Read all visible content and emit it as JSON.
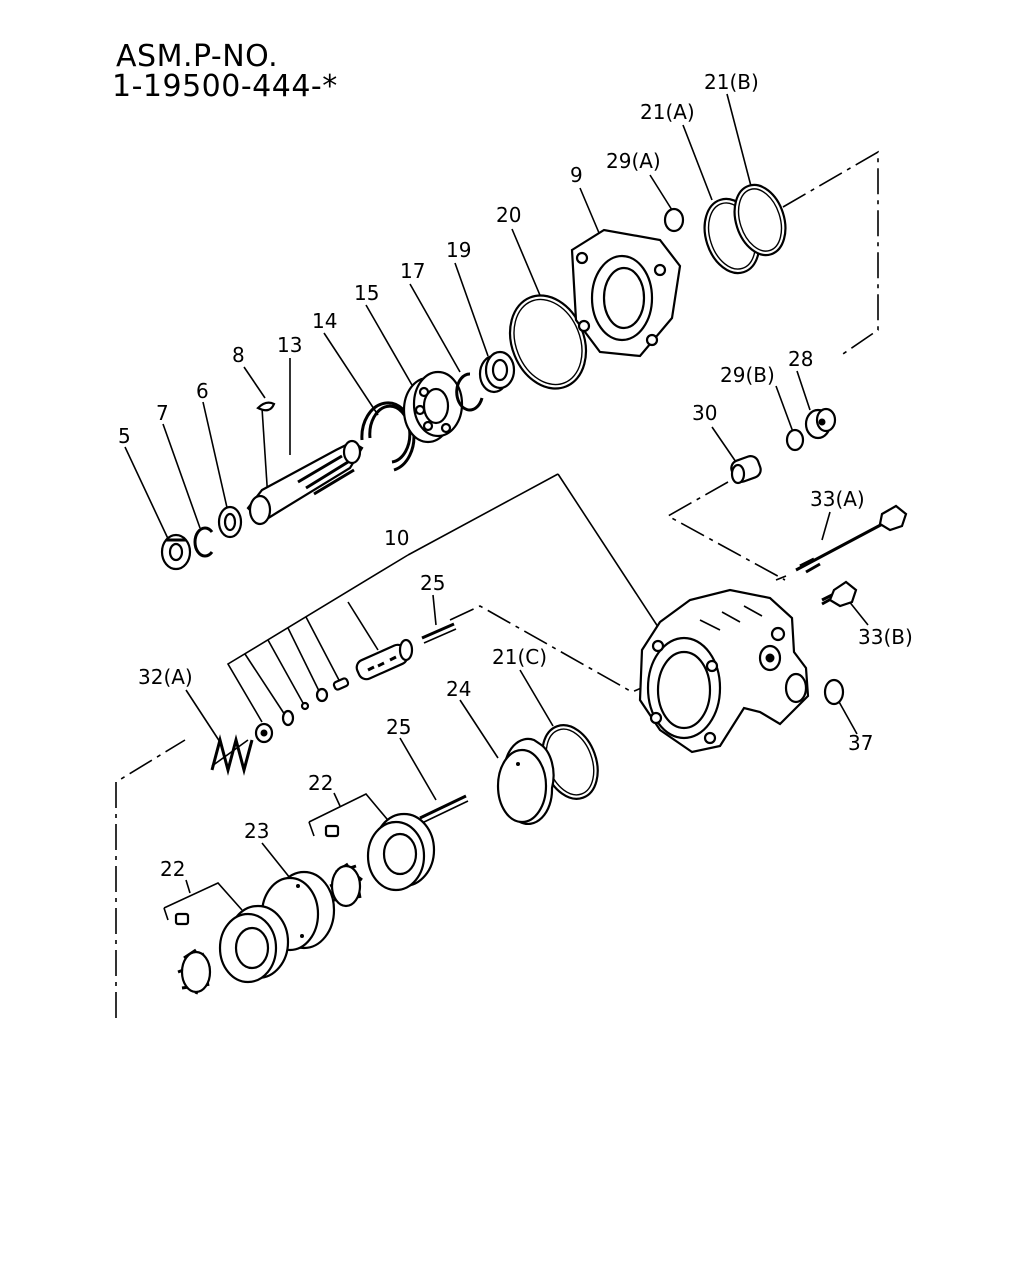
{
  "header": {
    "assembly_label": "ASM.P-NO.",
    "assembly_number": "1-19500-444-*"
  },
  "labels": {
    "p5": "5",
    "p6": "6",
    "p7": "7",
    "p8": "8",
    "p9": "9",
    "p10": "10",
    "p13": "13",
    "p14": "14",
    "p15": "15",
    "p17": "17",
    "p19": "19",
    "p20": "20",
    "p21a": "21(A)",
    "p21b": "21(B)",
    "p21c": "21(C)",
    "p22a": "22",
    "p22b": "22",
    "p23": "23",
    "p24": "24",
    "p25a": "25",
    "p25b": "25",
    "p28": "28",
    "p29a": "29(A)",
    "p29b": "29(B)",
    "p30": "30",
    "p32a": "32(A)",
    "p33a": "33(A)",
    "p33b": "33(B)",
    "p37": "37"
  }
}
